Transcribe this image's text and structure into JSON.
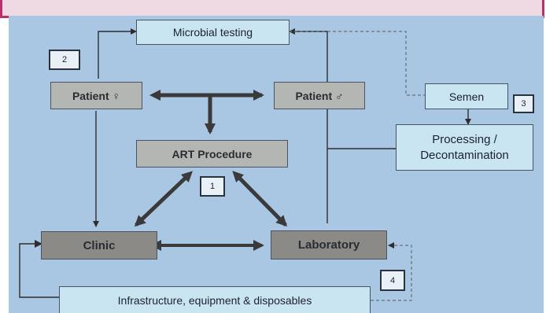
{
  "colors": {
    "header_fill": "#efd9e2",
    "header_border": "#b8316b",
    "canvas_bg": "#a9c6e2",
    "light_box": "#c9e5f1",
    "grey_box": "#b4b6b4",
    "dark_box": "#8b8a86",
    "arrow": "#3a3a3a"
  },
  "nodes": {
    "microbial": "Microbial testing",
    "patient_female": "Patient ♀",
    "patient_male": "Patient ♂",
    "art": "ART Procedure",
    "semen": "Semen",
    "processing": "Processing / Decontamination",
    "clinic": "Clinic",
    "laboratory": "Laboratory",
    "infrastructure": "Infrastructure, equipment & disposables"
  },
  "markers": [
    "1",
    "2",
    "3",
    "4"
  ]
}
